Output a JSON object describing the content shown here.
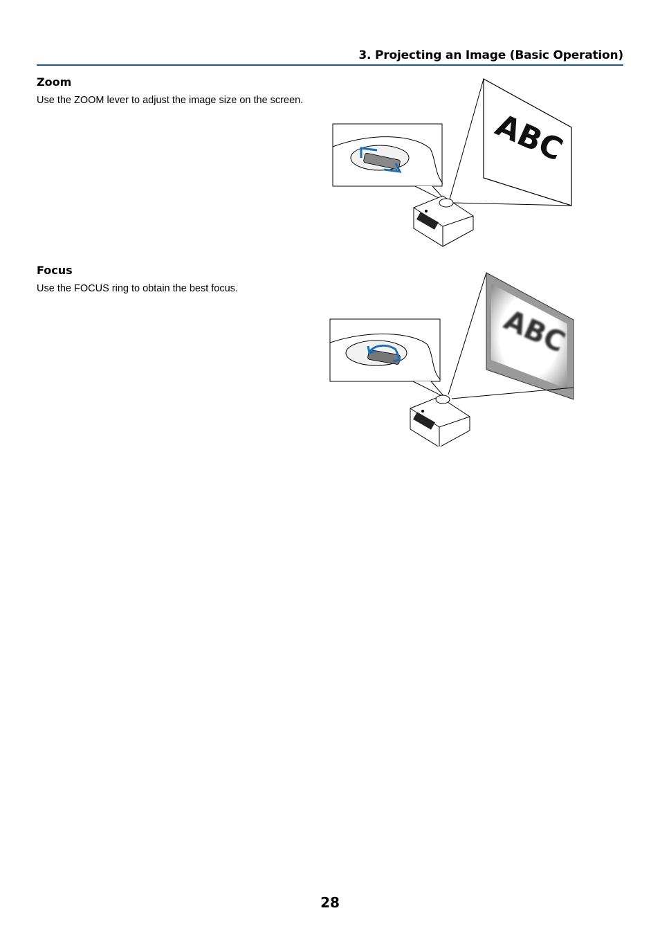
{
  "header": {
    "chapter_title": "3. Projecting an Image (Basic Operation)"
  },
  "sections": [
    {
      "title": "Zoom",
      "body": "Use the ZOOM lever to adjust the image size on the screen.",
      "screen_text": "ABC"
    },
    {
      "title": "Focus",
      "body": "Use the FOCUS ring to obtain the best focus.",
      "screen_text": "ABC"
    }
  ],
  "page_number": "28",
  "colors": {
    "rule": "#1a5a99",
    "arrow": "#1f6fb5"
  }
}
